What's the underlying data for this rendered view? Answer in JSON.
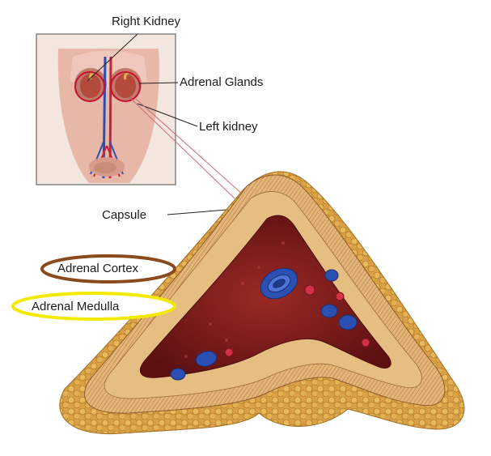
{
  "labels": {
    "right_kidney": "Right Kidney",
    "adrenal_glands": "Adrenal Glands",
    "left_kidney": "Left kidney",
    "capsule": "Capsule",
    "adrenal_cortex": "Adrenal Cortex",
    "adrenal_medulla": "Adrenal Medulla"
  },
  "colors": {
    "cortex_highlight": "#8b4a1e",
    "medulla_highlight": "#f2ea00",
    "kidney_circle": "#c8102e",
    "capsule_fill": "#d9a35e",
    "medulla_fill": "#7a1a18",
    "vessel_vein": "#2b4fb3",
    "vessel_artery": "#c8233a"
  }
}
